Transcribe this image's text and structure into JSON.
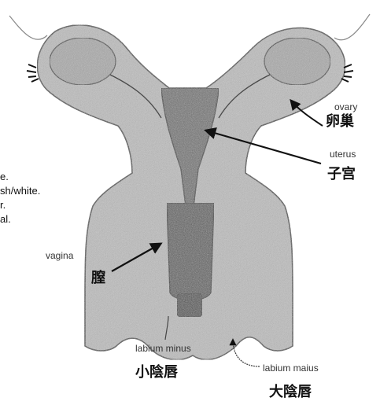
{
  "labels": {
    "ovary_en": "ovary",
    "ovary_zh": "卵巢",
    "uterus_en": "uterus",
    "uterus_zh": "子宫",
    "vagina_en": "vagina",
    "vagina_zh": "膣",
    "labium_minus_en": "labium minus",
    "labium_minus_zh": "小陰唇",
    "labium_maius_en": "labium maius",
    "labium_maius_zh": "大陰唇"
  },
  "left_fragments": [
    "e.",
    "sh/white.",
    "r.",
    "al."
  ],
  "colors": {
    "tissue": "#bdbdbd",
    "tissue_dark": "#6e6e6e",
    "outline": "#3a3a3a",
    "arrow": "#111111",
    "background": "#ffffff"
  }
}
